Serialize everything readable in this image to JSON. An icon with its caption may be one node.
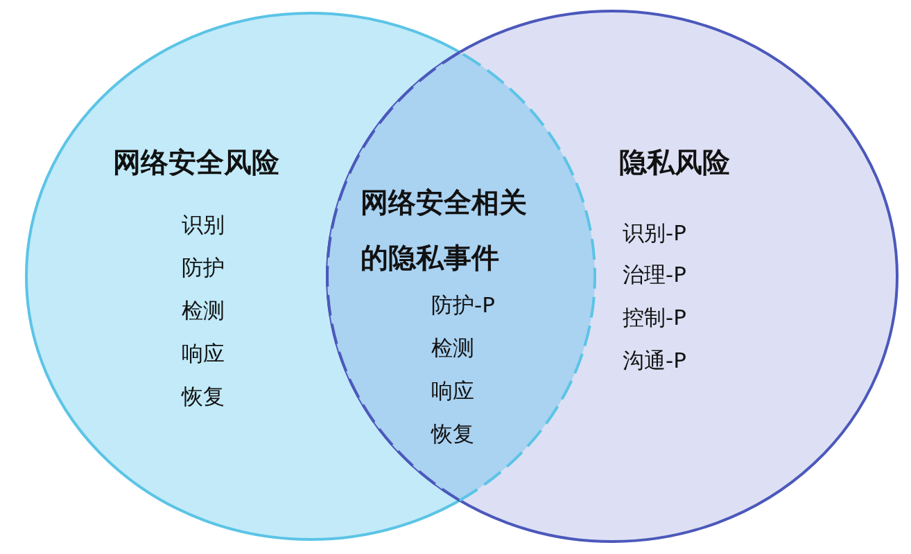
{
  "diagram": {
    "nodes": [
      {
        "text": [
          "网络安全风险",
          "识别",
          "防护",
          "检测",
          "响应",
          "恢复"
        ]
      },
      {
        "text": [
          "隐私风险",
          "识别-P",
          "治理-P",
          "控制-P",
          "沟通-P"
        ]
      },
      {
        "text": [
          "网络安全相关的隐私事件",
          "防护-P",
          "检测",
          "响应",
          "恢复"
        ]
      }
    ],
    "edges": []
  }
}
